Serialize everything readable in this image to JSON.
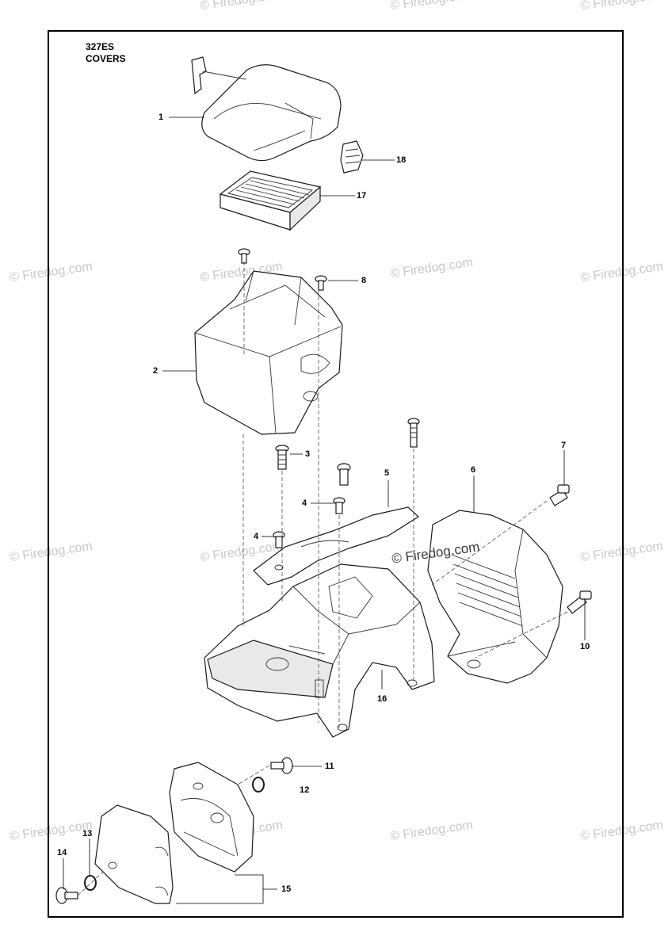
{
  "header": {
    "model": "327ES",
    "section": "COVERS"
  },
  "watermarks": {
    "text": "© Firedog.com",
    "overlay_text": "© Firedog.com"
  },
  "callouts": {
    "c1": "1",
    "c2": "2",
    "c3": "3",
    "c4a": "4",
    "c4b": "4",
    "c5": "5",
    "c6": "6",
    "c7": "7",
    "c8": "8",
    "c10": "10",
    "c11": "11",
    "c12": "12",
    "c13": "13",
    "c14": "14",
    "c15": "15",
    "c16": "16",
    "c17": "17",
    "c18": "18"
  },
  "colors": {
    "line": "#000000",
    "watermark": "#c8c8c8"
  }
}
